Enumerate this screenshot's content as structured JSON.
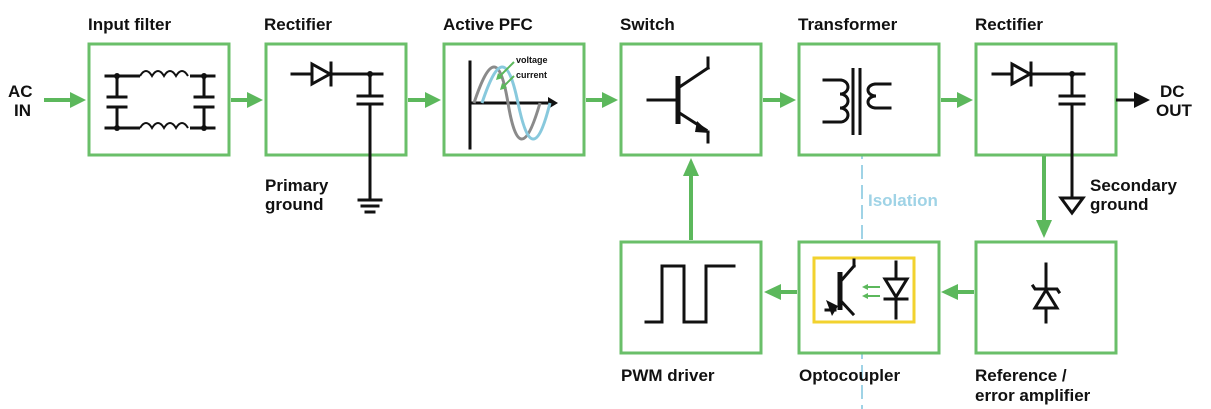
{
  "blocks": {
    "input_filter": "Input filter",
    "rectifier_1": "Rectifier",
    "active_pfc": "Active PFC",
    "switch": "Switch",
    "transformer": "Transformer",
    "rectifier_2": "Rectifier",
    "pwm_driver": "PWM driver",
    "optocoupler": "Optocoupler",
    "reference_line1": "Reference /",
    "reference_line2": "error amplifier"
  },
  "terminals": {
    "ac_in_line1": "AC",
    "ac_in_line2": "IN",
    "dc_out_line1": "DC",
    "dc_out_line2": "OUT"
  },
  "grounds": {
    "primary_line1": "Primary",
    "primary_line2": "ground",
    "secondary_line1": "Secondary",
    "secondary_line2": "ground"
  },
  "pfc_graph": {
    "voltage_label": "voltage",
    "current_label": "current"
  },
  "isolation_label": "Isolation",
  "colors": {
    "flow_arrow": "#5cb85c",
    "box_border": "#6abf69",
    "isolation_line": "#9fd3e6",
    "optocoupler_frame": "#f2d22e",
    "wire": "#111111"
  }
}
